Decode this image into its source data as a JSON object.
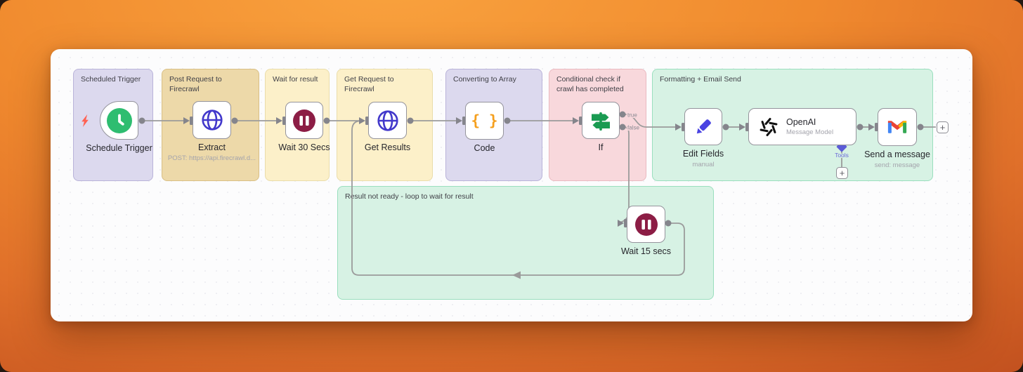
{
  "app": {
    "name": "workflow canvas"
  },
  "groups": [
    {
      "title": "Scheduled Trigger"
    },
    {
      "title": "Post Request to Firecrawl"
    },
    {
      "title": "Wait for result"
    },
    {
      "title": "Get Request to Firecrawl"
    },
    {
      "title": "Converting to Array"
    },
    {
      "title": "Conditional check if crawl has completed"
    },
    {
      "title": "Formatting + Email Send"
    },
    {
      "title": "Result not ready - loop to wait for result"
    }
  ],
  "nodes": {
    "schedule_trigger": {
      "label": "Schedule Trigger"
    },
    "extract": {
      "label": "Extract",
      "subtitle": "POST: https://api.firecrawl.d..."
    },
    "wait_30": {
      "label": "Wait 30 Secs"
    },
    "get_results": {
      "label": "Get Results"
    },
    "code": {
      "label": "Code",
      "icon_glyph": "{ }"
    },
    "if": {
      "label": "If",
      "output_true_label": "true",
      "output_false_label": "false"
    },
    "edit_fields": {
      "label": "Edit Fields",
      "subtitle": "manual"
    },
    "openai": {
      "label": "OpenAI",
      "subtitle": "Message Model",
      "tools_port_label": "Tools",
      "add_tool_button": "+"
    },
    "send_message": {
      "label": "Send a message",
      "subtitle": "send: message"
    },
    "wait_15": {
      "label": "Wait 15 secs"
    }
  },
  "canvas": {
    "add_node_button": "+"
  },
  "icons": {
    "schedule_trigger": "clock-icon",
    "trigger_hint": "lightning-icon",
    "extract": "globe-icon",
    "wait": "pause-icon",
    "code": "curly-braces-icon",
    "if": "signpost-icon",
    "edit_fields": "pencil-icon",
    "openai": "openai-logo-icon",
    "send_message": "gmail-icon",
    "tools_port": "diamond-port-icon"
  },
  "colors": {
    "background_orange": "#ef8a2e",
    "group_lavender": "#dcd9ee",
    "group_tan": "#edd9a9",
    "group_yellow": "#fcf0c9",
    "group_pink": "#f8d8dc",
    "group_mint": "#d7f2e4",
    "wire_gray": "#9b9b9b",
    "trigger_green": "#2ebd70",
    "wait_maroon": "#8c1d45",
    "globe_indigo": "#4238cb",
    "code_orange": "#f59f1d",
    "if_green": "#1a9b52",
    "pencil_indigo": "#4a43e2",
    "tools_indigo": "#5b5bd7"
  }
}
